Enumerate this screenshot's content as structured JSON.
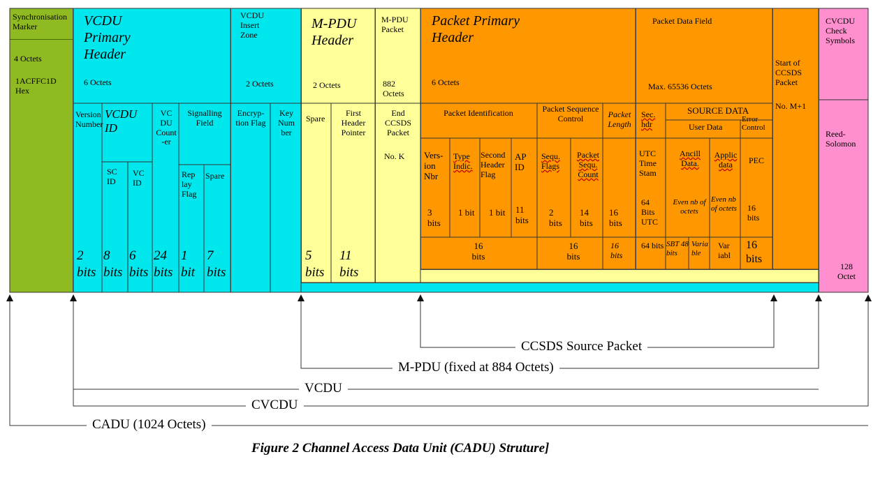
{
  "sync": {
    "title": "Synchronisation Marker",
    "octets": "4 Octets",
    "value": "1ACFFC1D Hex"
  },
  "vcdu_header": {
    "title": "VCDU Primary Header",
    "octets": "6 Octets",
    "version": "Version Number",
    "vcdu_id": "VCDU ID",
    "sc_id": "SC ID",
    "vc_id": "VC ID",
    "vc_counter": "VC DU Count -er",
    "signalling": "Signalling Field",
    "replay": "Rep lay Flag",
    "spare": "Spare",
    "bits": {
      "version": "2 bits",
      "vcdu_id_sc": "8 bits",
      "vcdu_id_vc": "6 bits",
      "vc_counter": "24 bits",
      "replay": "1 bit",
      "spare": "7 bits"
    }
  },
  "insert_zone": {
    "title": "VCDU Insert Zone",
    "octets": "2 Octets",
    "encryption": "Encryp- tion Flag",
    "key": "Key Num ber"
  },
  "mpdu_header": {
    "title": "M-PDU Header",
    "octets": "2 Octets",
    "spare": "Spare",
    "first_header": "First Header Pointer",
    "spare_bits": "5 bits",
    "first_bits": "11 bits"
  },
  "mpdu_packet": {
    "title": "M-PDU Packet",
    "octets": "882 Octets",
    "end": "End CCSDS Packet",
    "no": "No. K"
  },
  "packet_header": {
    "title": "Packet Primary Header",
    "octets": "6 Octets",
    "identification": "Packet Identification",
    "sequence_control": "Packet Sequence Control",
    "length": "Packet Length",
    "version": "Vers- ion Nbr",
    "type": "Type Indic.",
    "second_header": "Second Header Flag",
    "apid": "AP ID",
    "seq_flags": "Sequ. Flags",
    "seq_count": "Packet Sequ. Count",
    "bits": {
      "version": "3 bits",
      "type": "1 bit",
      "second": "1 bit",
      "apid": "11 bits",
      "flags": "2 bits",
      "count": "14 bits",
      "length": "16 bits",
      "id_total": "16 bits",
      "seq_total": "16 bits",
      "len_total": "16 bits"
    }
  },
  "packet_data": {
    "title": "Packet Data Field",
    "octets": "Max. 65536 Octets",
    "sec_hdr": "Sec. hdr",
    "source_data": "SOURCE DATA",
    "user_data": "User Data",
    "error_control": "Error Control",
    "utc": "UTC Time Stam",
    "ancill": "Ancill Data.",
    "applic": "Applic data",
    "pec": "PEC",
    "utc_bits": "64 Bits UTC",
    "ancill_bits": "Even nb of octets",
    "applic_bits": "Even nb of octets",
    "pec_bits": "16 bits",
    "utc_total": "64 bits",
    "sbt": "SBT 48 bits",
    "varia": "Varia ble",
    "var": "Var iabl",
    "pec_total": "16 bits"
  },
  "start_packet": {
    "title": "Start of CCSDS Packet",
    "no": "No. M+1"
  },
  "cvcdu_check": {
    "title": "CVCDU Check Symbols",
    "rs": "Reed- Solomon",
    "octets": "128 Octet"
  },
  "brackets": {
    "ccsds": "CCSDS Source Packet",
    "mpdu": "M-PDU (fixed at 884 Octets)",
    "vcdu": "VCDU",
    "cvcdu": "CVCDU",
    "cadu": "CADU (1024 Octets)"
  },
  "caption": "Figure 2 Channel Access Data Unit (CADU) Struture]"
}
